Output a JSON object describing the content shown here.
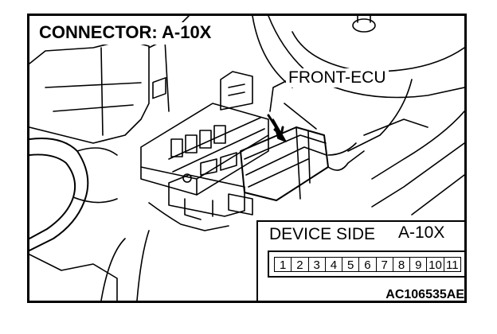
{
  "title": "CONNECTOR: A-10X",
  "callout_label": "FRONT-ECU",
  "device_side": {
    "label": "DEVICE SIDE",
    "connector_id": "A-10X",
    "pins": [
      "1",
      "2",
      "3",
      "4",
      "5",
      "6",
      "7",
      "8",
      "9",
      "10",
      "11"
    ]
  },
  "figure_code": "AC106535AE",
  "icons": [
    "arrow-pointer-icon",
    "leader-line"
  ]
}
